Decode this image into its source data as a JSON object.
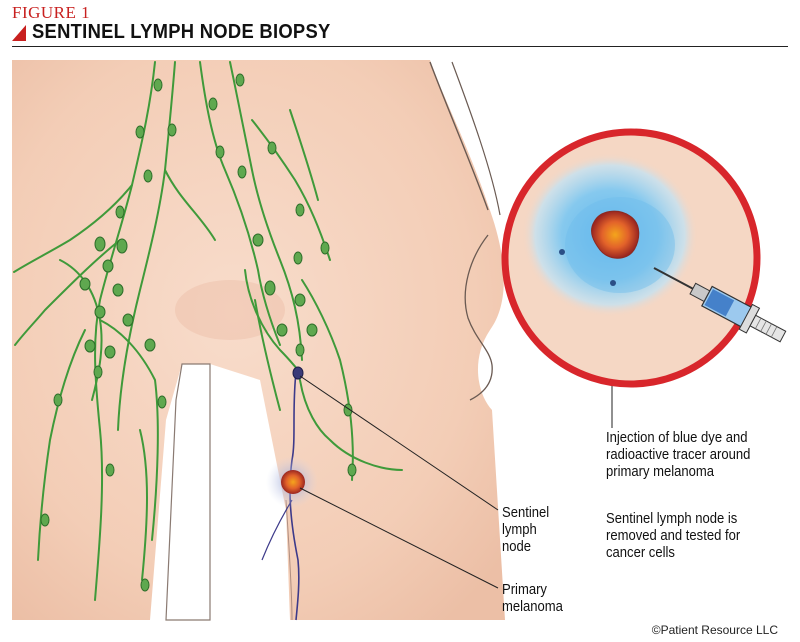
{
  "header": {
    "figure_label": "FIGURE 1",
    "title": "SENTINEL LYMPH NODE BIOPSY"
  },
  "labels": {
    "sentinel": "Sentinel\nlymph\nnode",
    "primary": "Primary\nmelanoma",
    "injection": "Injection of blue dye and\nradioactive tracer around\nprimary melanoma",
    "removed": "Sentinel lymph node is\nremoved and tested for\ncancer cells"
  },
  "footer": {
    "copyright": "©Patient Resource LLC"
  },
  "colors": {
    "accent_red": "#d8262b",
    "skin": "#f5d2bd",
    "lymph_green": "#3f9a3a",
    "dye_blue": "#7ec4e8"
  },
  "icons": [
    "corner-triangle-icon",
    "syringe-icon"
  ]
}
